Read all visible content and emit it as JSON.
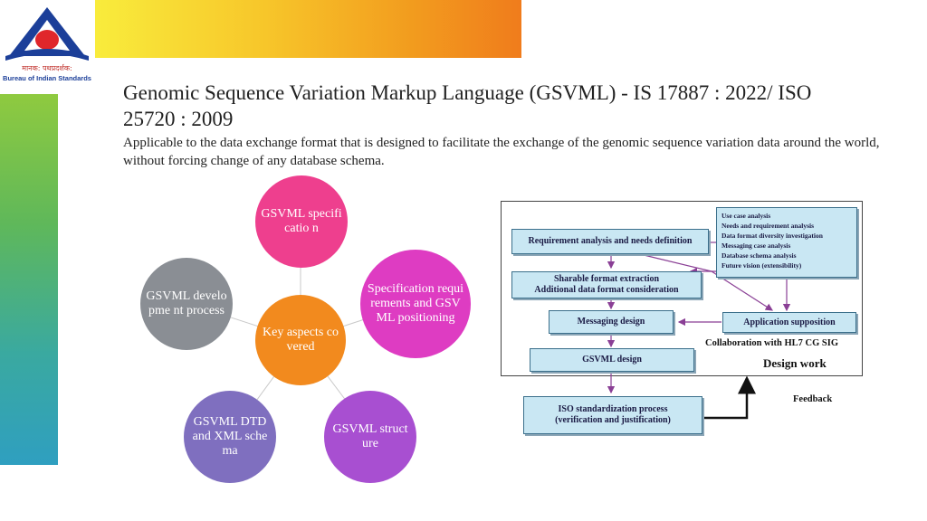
{
  "slide": {
    "title": "Genomic Sequence Variation Markup Language (GSVML) - IS 17887 : 2022/ ISO 25720 : 2009",
    "subtitle": "Applicable to the data exchange format that is designed to facilitate the exchange of the genomic sequence variation data around the world, without forcing change of any database schema."
  },
  "logo": {
    "hindi_text": "मानक: पथप्रदर्शक:",
    "english_text": "Bureau of Indian Standards"
  },
  "mindmap": {
    "center": "Key aspects covered",
    "nodes": [
      "GSVML specificatio n",
      "Specification requirements and GSVML positioning",
      "GSVML structure",
      "GSVML DTD and XML schema",
      "GSVML developme nt process"
    ]
  },
  "flow": {
    "req": "Requirement analysis and needs definition",
    "use_cases": [
      "Use case analysis",
      "Needs and requirement analysis",
      "Data format diversity investigation",
      "Messaging case analysis",
      "Database schema analysis",
      "Future vision (extensibility)"
    ],
    "share1": "Sharable format extraction",
    "share2": "Additional data format consideration",
    "msg": "Messaging design",
    "app": "Application supposition",
    "collab": "Collaboration with HL7 CG SIG",
    "gsvml": "GSVML design",
    "design_work": "Design work",
    "feedback": "Feedback",
    "iso1": "ISO standardization process",
    "iso2": "(verification and justification)"
  },
  "colors": {
    "center": "#f28a1e",
    "node1": "#ee3f8e",
    "node2": "#de3cc2",
    "node3": "#a84fd1",
    "node4": "#7f6fbf",
    "node5": "#8a8e94"
  }
}
